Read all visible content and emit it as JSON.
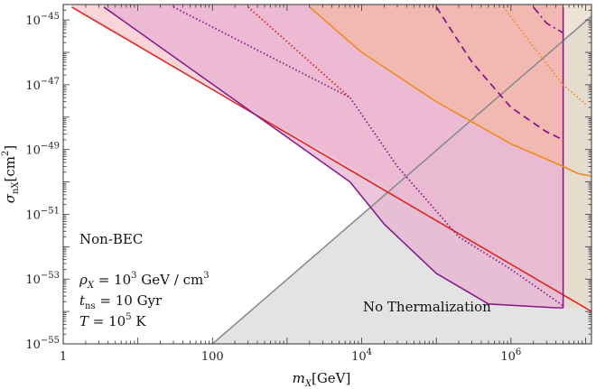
{
  "chart_data": {
    "type": "line",
    "x_scale": "log",
    "y_scale": "log",
    "xlim": [
      1,
      12000000
    ],
    "ylim": [
      1e-55,
      3e-45
    ],
    "xlabel": {
      "main": "m",
      "sub": "X",
      "unit": "[GeV]"
    },
    "ylabel": {
      "main": "σ",
      "sub": "nX",
      "unit": "[cm",
      "sup": "2",
      "close": "]"
    },
    "x_ticks": [
      {
        "value": 1,
        "label": "1"
      },
      {
        "value": 100,
        "label": "100"
      },
      {
        "value": 10000,
        "label_base": "10",
        "label_exp": "4"
      },
      {
        "value": 1000000,
        "label_base": "10",
        "label_exp": "6"
      }
    ],
    "y_ticks": [
      {
        "value": 1e-45,
        "label_base": "10",
        "label_exp": "−45"
      },
      {
        "value": 1e-47,
        "label_base": "10",
        "label_exp": "−47"
      },
      {
        "value": 1e-49,
        "label_base": "10",
        "label_exp": "−49"
      },
      {
        "value": 1e-51,
        "label_base": "10",
        "label_exp": "−51"
      },
      {
        "value": 1e-53,
        "label_base": "10",
        "label_exp": "−53"
      },
      {
        "value": 1e-55,
        "label_base": "10",
        "label_exp": "−55"
      }
    ],
    "annotations": {
      "regime": "Non-BEC",
      "rho": {
        "sym": "ρ",
        "sub": "X",
        "eq": " = 10",
        "sup": "3",
        "unit": " GeV / cm",
        "unit_sup": "3"
      },
      "tns": {
        "sym": "t",
        "sub": "ns",
        "eq": " = 10 Gyr"
      },
      "temp": {
        "sym": "T",
        "eq": " = 10",
        "sup": "5",
        "unit": " K"
      },
      "region_label": "No Thermalization"
    },
    "colors": {
      "red": "#e8221c",
      "purple": "#8a1a8c",
      "orange": "#f08a1a",
      "red_fill": "#f7c6cc",
      "purple_fill": "#e7b3d0",
      "orange_fill": "#f4b8a8",
      "tan_fill": "#e6d8c8",
      "gray_fill": "#e3e3e3",
      "gray_line": "#8c8c8c"
    },
    "series": [
      {
        "id": "no-therm-boundary",
        "color": "gray_line",
        "style": "solid",
        "x": [
          100,
          12000000
        ],
        "y": [
          1e-55,
          1.3e-45
        ]
      },
      {
        "id": "red-solid",
        "color": "red",
        "style": "solid",
        "x": [
          1.3,
          12000000
        ],
        "y": [
          2.5e-45,
          1e-54
        ]
      },
      {
        "id": "purple-solid",
        "color": "purple",
        "style": "solid",
        "x": [
          3.5,
          7000,
          20000,
          100000,
          500000,
          4000000,
          5000000,
          5000000
        ],
        "y": [
          2.5e-45,
          1e-50,
          5e-52,
          1.5e-53,
          1.7e-54,
          1.3e-54,
          1.3e-54,
          2.5e-45
        ]
      },
      {
        "id": "purple-dotted",
        "color": "purple",
        "style": "dotted",
        "x": [
          30,
          7000,
          30000,
          200000,
          1000000,
          5000000
        ],
        "y": [
          2.5e-45,
          4e-48,
          3e-50,
          2e-52,
          2e-53,
          1.5e-54
        ]
      },
      {
        "id": "red-dotted",
        "color": "red",
        "style": "dotted",
        "x": [
          300,
          7000
        ],
        "y": [
          2.5e-45,
          4e-48
        ]
      },
      {
        "id": "orange-solid",
        "color": "orange",
        "style": "solid",
        "x": [
          2000,
          10000,
          100000,
          1000000,
          5000000,
          8000000,
          12000000
        ],
        "y": [
          2.5e-45,
          1e-46,
          3e-48,
          1.5e-49,
          3e-50,
          1.8e-50,
          1.5e-50
        ]
      },
      {
        "id": "orange-dotted",
        "color": "orange",
        "style": "dotted",
        "x": [
          800000,
          2000000,
          5000000,
          10000000
        ],
        "y": [
          2.5e-45,
          1.5e-46,
          1e-47,
          2.5e-48
        ]
      },
      {
        "id": "purple-dashed",
        "color": "purple",
        "style": "dashed",
        "x": [
          100000,
          300000,
          1000000,
          3000000,
          5000000
        ],
        "y": [
          2.5e-45,
          5e-47,
          2e-48,
          3.5e-49,
          2e-49
        ]
      },
      {
        "id": "purple-dashdot",
        "color": "purple",
        "style": "dashdot",
        "x": [
          2000000,
          3000000,
          5000000
        ],
        "y": [
          2.5e-45,
          8e-46,
          4e-46
        ]
      }
    ],
    "regions": [
      {
        "id": "gray-no-therm",
        "fill": "gray_fill",
        "x": [
          100,
          12000000,
          12000000,
          100
        ],
        "y": [
          1e-55,
          1.3e-45,
          1e-55,
          1e-55
        ]
      },
      {
        "id": "red-excluded",
        "fill": "red_fill",
        "x": [
          1.3,
          5000000,
          5000000,
          1.3
        ],
        "y": [
          2.5e-45,
          5e-54,
          3e-45,
          3e-45
        ]
      },
      {
        "id": "purple-excluded",
        "fill": "purple_fill",
        "x": [
          3.5,
          7000,
          20000,
          100000,
          500000,
          4000000,
          5000000,
          5000000,
          3.5
        ],
        "y": [
          2.5e-45,
          1e-50,
          5e-52,
          1.5e-53,
          1.7e-54,
          1.3e-54,
          1.3e-54,
          3e-45,
          3e-45
        ]
      },
      {
        "id": "orange-excluded",
        "fill": "orange_fill",
        "x": [
          2000,
          10000,
          100000,
          1000000,
          5000000,
          5000000,
          2000
        ],
        "y": [
          2.5e-45,
          1e-46,
          3e-48,
          1.5e-49,
          3e-50,
          3e-45,
          3e-45
        ]
      },
      {
        "id": "tan-right",
        "fill": "tan_fill",
        "x": [
          5000000,
          12000000,
          12000000,
          5000000
        ],
        "y": [
          1.3e-54,
          1.3e-54,
          3e-45,
          3e-45
        ]
      }
    ]
  }
}
